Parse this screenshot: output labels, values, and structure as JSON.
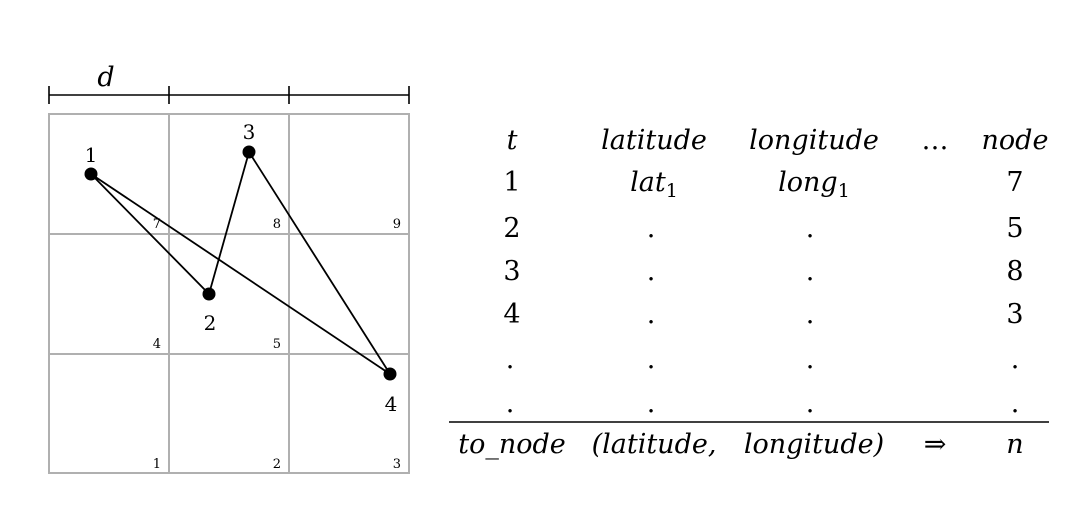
{
  "scale": {
    "label": "d"
  },
  "grid": {
    "cells": [
      [
        "7",
        "8",
        "9"
      ],
      [
        "4",
        "5",
        ""
      ],
      [
        "1",
        "2",
        "3"
      ]
    ]
  },
  "trajectory": {
    "points": [
      {
        "id": "1",
        "label": "1"
      },
      {
        "id": "2",
        "label": "2"
      },
      {
        "id": "3",
        "label": "3"
      },
      {
        "id": "4",
        "label": "4"
      }
    ]
  },
  "table": {
    "headers": [
      "t",
      "latitude",
      "longitude",
      "…",
      "node"
    ],
    "rows": [
      [
        "1",
        "lat",
        "long",
        "",
        "7"
      ],
      [
        "2",
        ".",
        ".",
        "",
        "5"
      ],
      [
        "3",
        ".",
        ".",
        "",
        "8"
      ],
      [
        "4",
        ".",
        ".",
        "",
        "3"
      ],
      [
        ".",
        ".",
        ".",
        "",
        "."
      ],
      [
        ".",
        ".",
        ".",
        "",
        "."
      ]
    ],
    "first_row_subscript": "1",
    "footer": {
      "fn": "to_node",
      "args_open": "(latitude,",
      "args_close": "longitude)",
      "arrow": "⇒",
      "result": "n"
    }
  }
}
